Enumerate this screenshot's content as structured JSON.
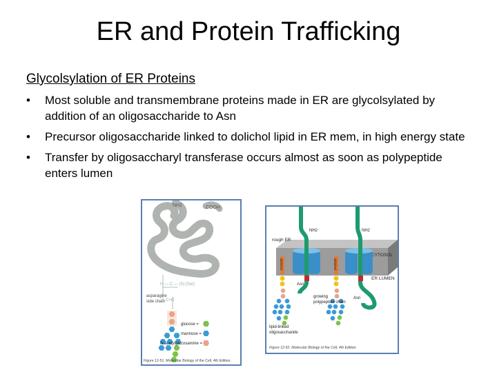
{
  "slide": {
    "title": "ER and Protein Trafficking",
    "subtitle": "Glycolsylation of ER Proteins",
    "bullet_char": "•",
    "bullets": [
      "Most soluble and transmembrane proteins made in ER are glycolsylated by addition of an oligosaccharide to Asn",
      "Precursor oligosaccharide linked to dolichol lipid in ER mem, in high energy state",
      "Transfer by oligosaccharyl transferase occurs almost as soon as polypeptide enters lumen"
    ]
  },
  "figure1": {
    "labels": {
      "nh2": "NH2",
      "cooh": "COOH",
      "asparagine_side_chain_1": "asparagine",
      "asparagine_side_chain_2": "side chain",
      "glucose": "glucose =",
      "mannose": "mannose =",
      "nag": "N-acetylglucosamine =",
      "caption": "Figure 12-51. Molecular Biology of the Cell, 4th Edition."
    },
    "colors": {
      "glucose": "#7cc24a",
      "mannose": "#3a9bd5",
      "nag": "#e8a38a",
      "chain": "#b0b4b0"
    }
  },
  "figure2": {
    "labels": {
      "rough_er": "rough ER",
      "cytosol": "CYTOSOL",
      "er_lumen": "ER LUMEN",
      "nh2_a": "NH2",
      "nh2_b": "NH2",
      "asn_a": "Asn",
      "asn_b": "Asn",
      "dolichol_a": "dolichol",
      "dolichol_b": "dolichol",
      "growing_1": "growing",
      "growing_2": "polypeptide chain",
      "lipid_linked_1": "lipid-linked",
      "lipid_linked_2": "oligosaccharide",
      "caption": "Figure 12-52. Molecular Biology of the Cell, 4th Edition."
    },
    "colors": {
      "peptide": "#1e9b6e",
      "transferase": "#3b8fc8",
      "membrane": "#8a8a8a",
      "phosphate": "#f0c419"
    }
  }
}
